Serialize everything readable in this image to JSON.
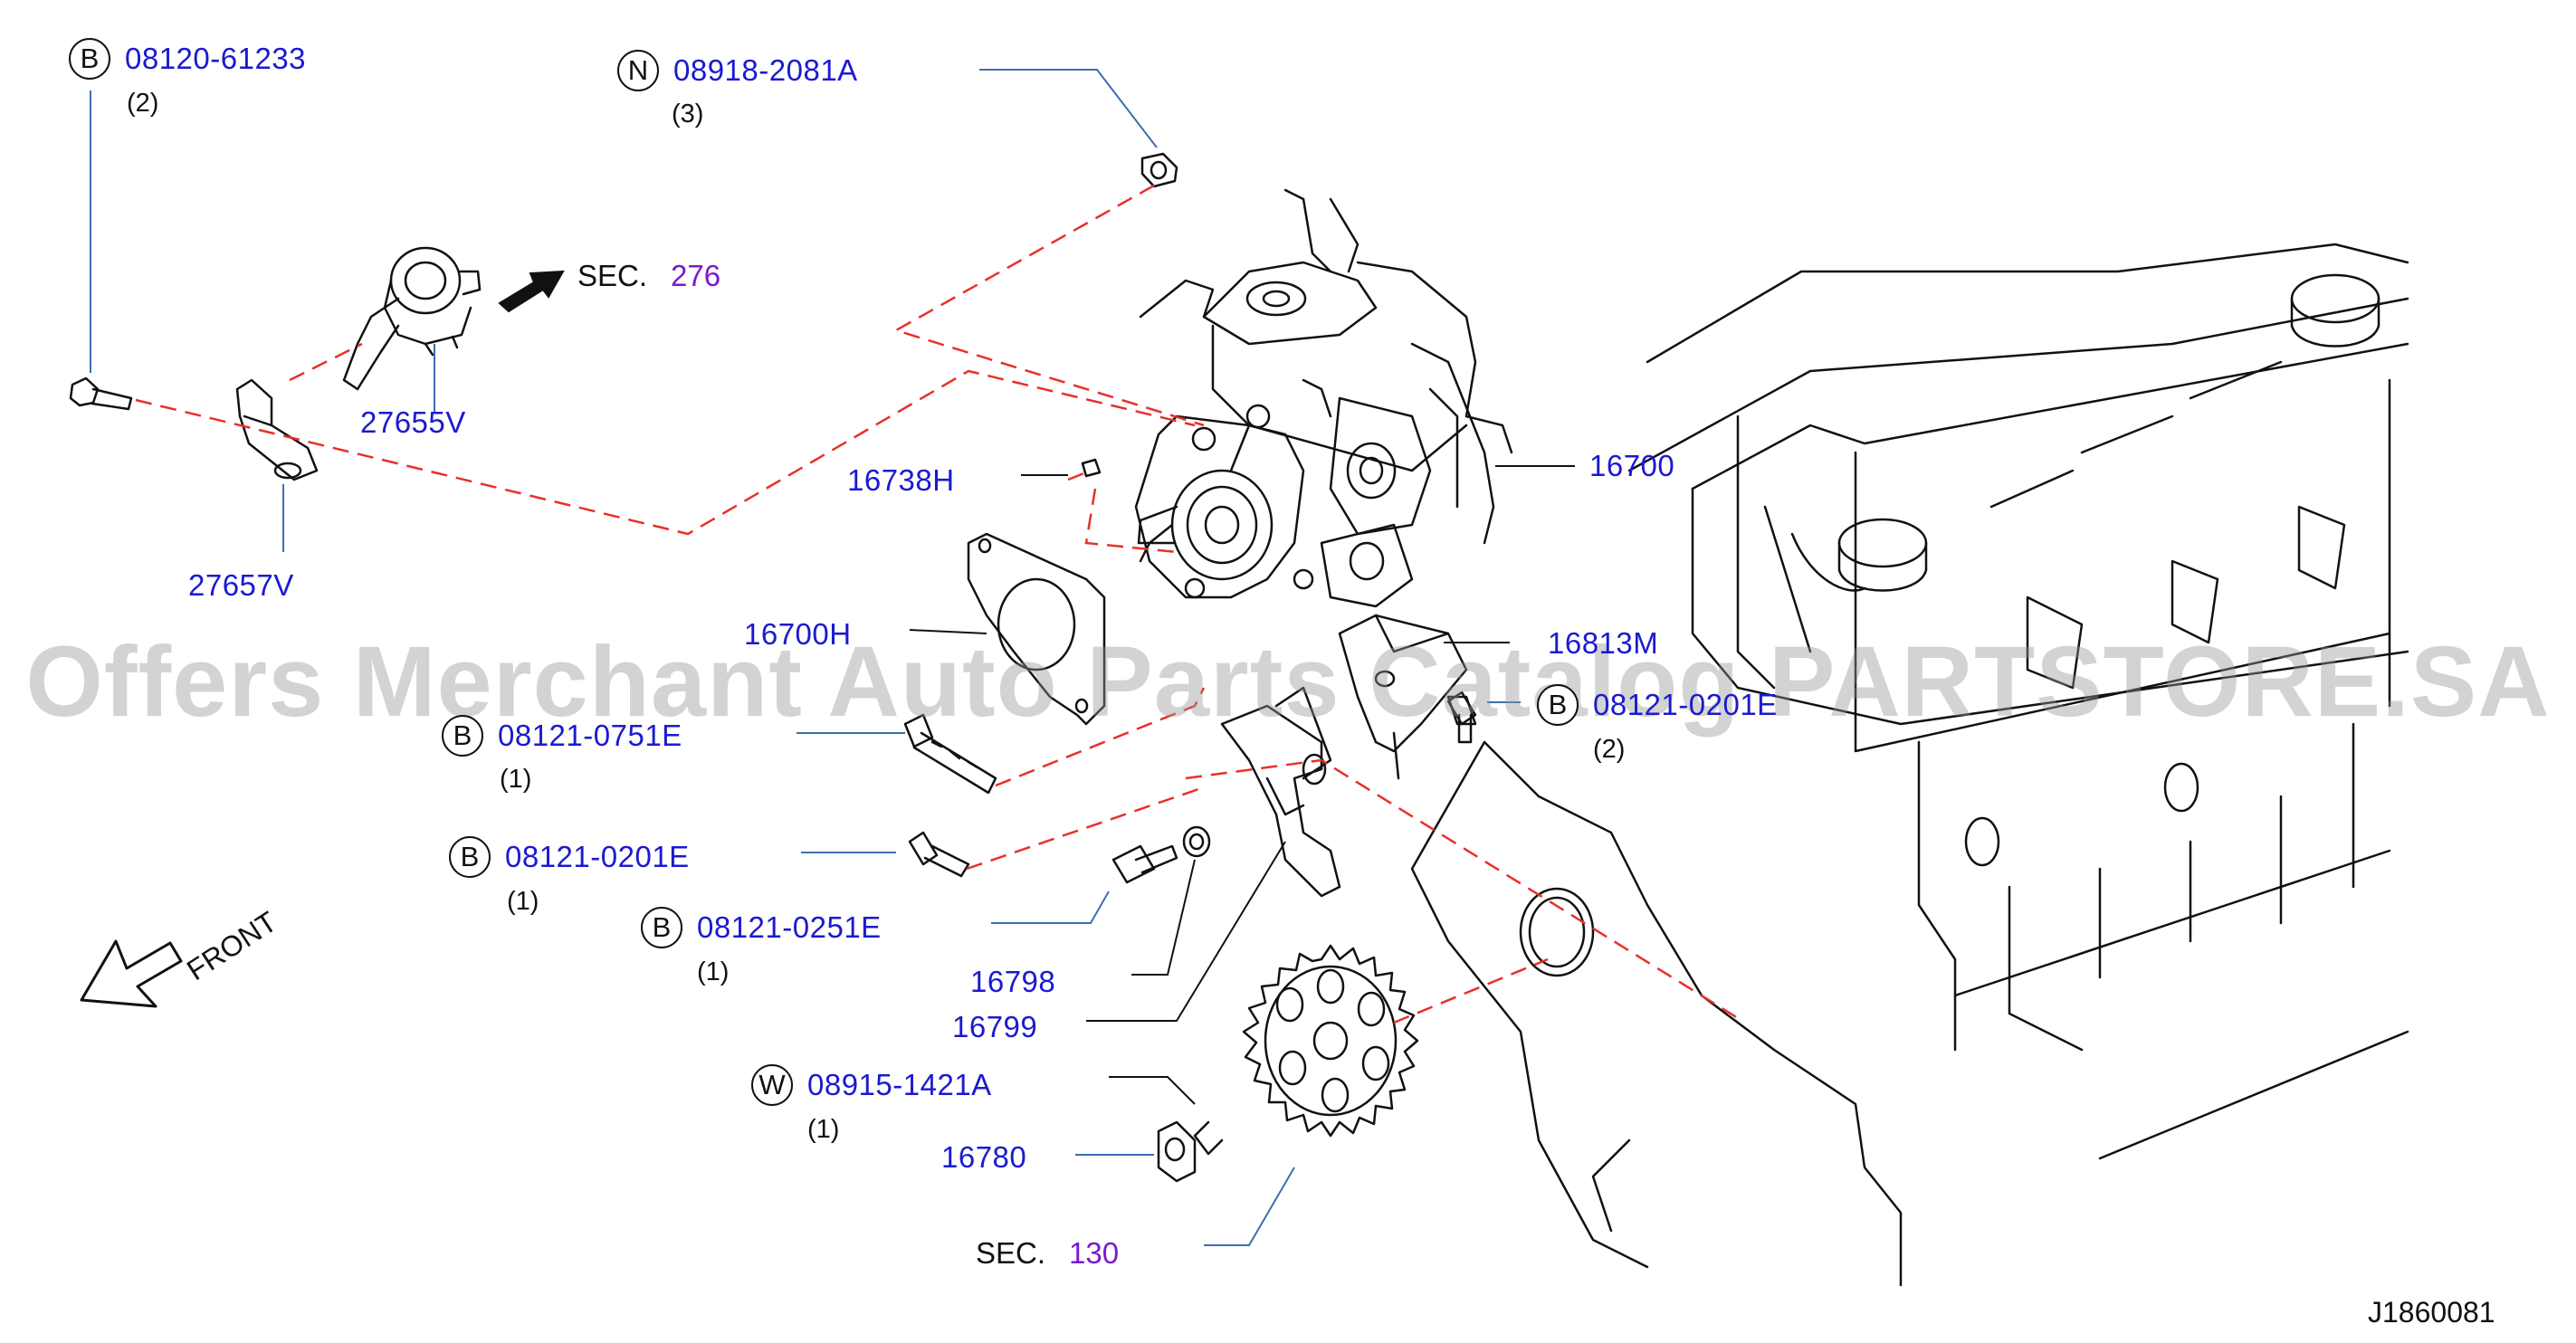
{
  "callouts": {
    "c1": {
      "prefix": "B",
      "part": "08120-61233",
      "qty": "(2)"
    },
    "c2": {
      "prefix": "N",
      "part": "08918-2081A",
      "qty": "(3)"
    },
    "c3": {
      "prefix": "B",
      "part": "08121-0751E",
      "qty": "(1)"
    },
    "c4": {
      "prefix": "B",
      "part": "08121-0201E",
      "qty": "(1)"
    },
    "c5": {
      "prefix": "B",
      "part": "08121-0251E",
      "qty": "(1)"
    },
    "c6": {
      "prefix": "W",
      "part": "08915-1421A",
      "qty": "(1)"
    },
    "c7": {
      "prefix": "B",
      "part": "08121-0201E",
      "qty": "(2)"
    }
  },
  "parts": {
    "p27655V": "27655V",
    "p27657V": "27657V",
    "p16738H": "16738H",
    "p16700": "16700",
    "p16700H": "16700H",
    "p16813M": "16813M",
    "p16798": "16798",
    "p16799": "16799",
    "p16780": "16780"
  },
  "sections": {
    "s276": {
      "label": "SEC.",
      "num": "276"
    },
    "s130": {
      "label": "SEC.",
      "num": "130"
    }
  },
  "front_label": "FRONT",
  "diagram_id": "J1860081",
  "watermark": "Offers Merchant Auto Parts Catalog PARTSTORE.SA",
  "colors": {
    "part_link": "#1a1ad0",
    "section_link": "#7a1ad0",
    "leader_line": "#3a6fb0",
    "dashed_line": "#e8302a",
    "line_art": "#111111"
  }
}
